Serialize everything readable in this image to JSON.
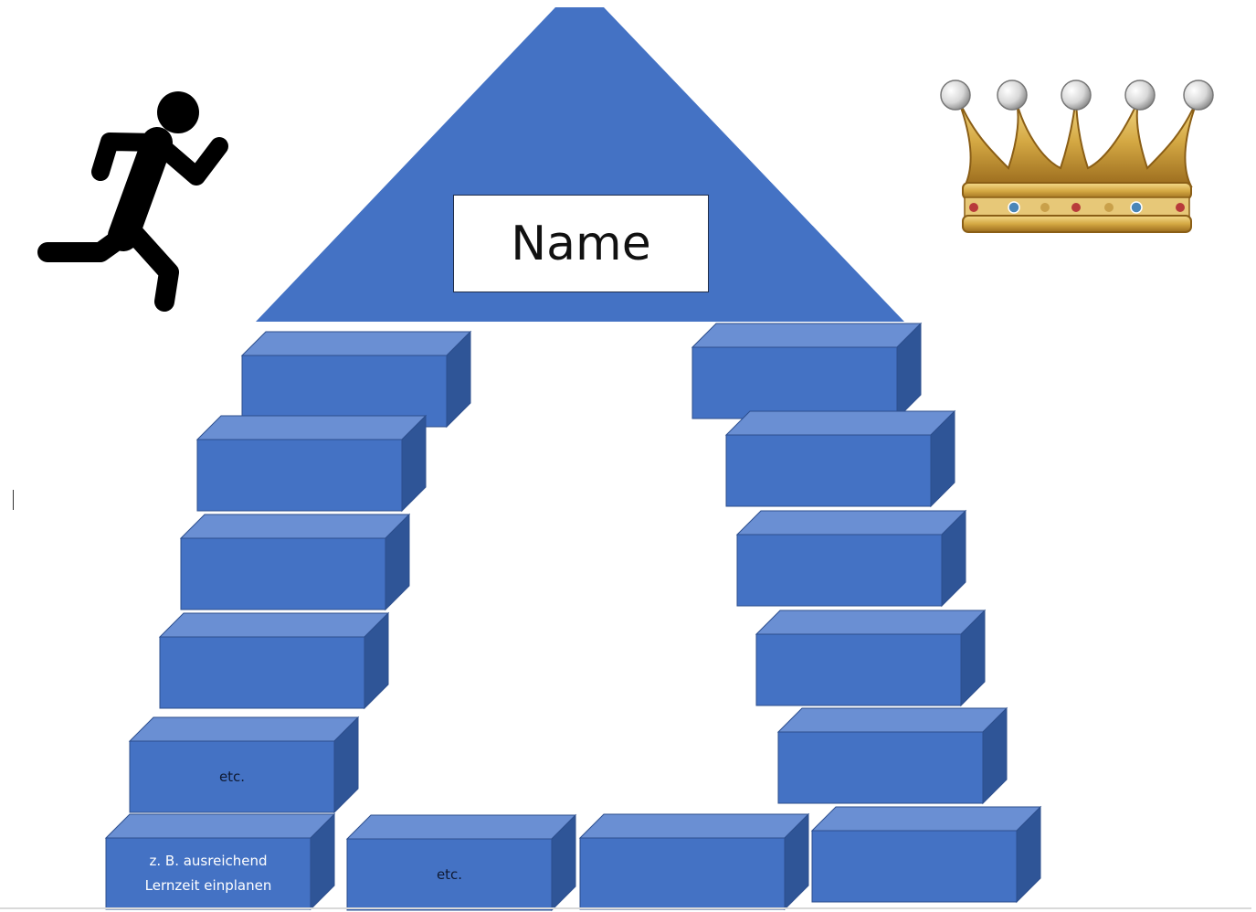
{
  "roof": {
    "name_label": "Name"
  },
  "left_pillar": [
    {
      "label": ""
    },
    {
      "label": ""
    },
    {
      "label": ""
    },
    {
      "label": ""
    },
    {
      "label": "etc."
    },
    {
      "label": "z. B. ausreichend\nLernzeit einplanen"
    }
  ],
  "bottom_row": [
    {
      "label": "etc."
    },
    {
      "label": ""
    },
    {
      "label": ""
    }
  ],
  "right_pillar": [
    {
      "label": ""
    },
    {
      "label": ""
    },
    {
      "label": ""
    },
    {
      "label": ""
    },
    {
      "label": ""
    }
  ],
  "icons": {
    "left": "running-person-icon",
    "right": "crown-icon"
  },
  "colors": {
    "block_front": "#4472c4",
    "block_top": "#6a8fd3",
    "block_side": "#2f5597",
    "block_edge": "#2d4f8e",
    "roof": "#4472c4",
    "crown_gold": "#d4a843"
  }
}
